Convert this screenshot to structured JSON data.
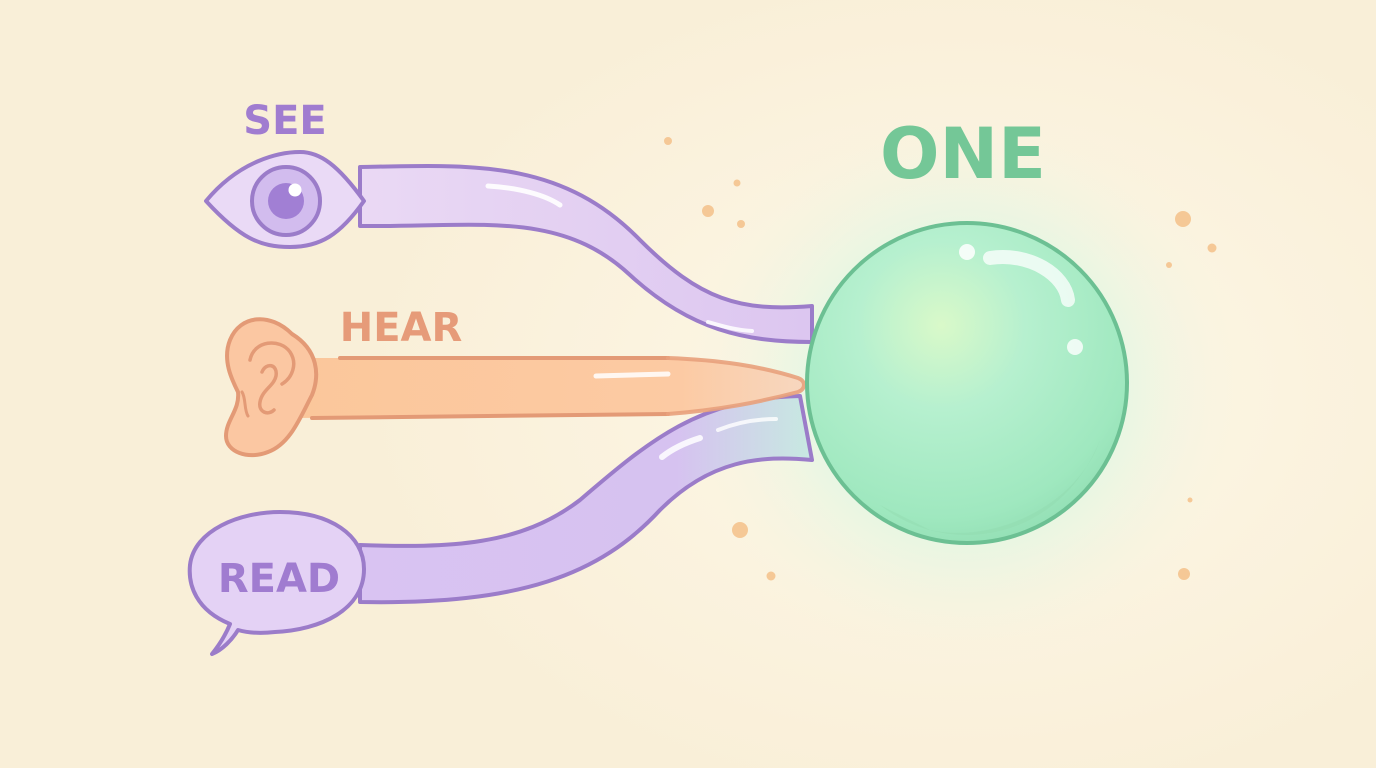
{
  "labels": {
    "see": "SEE",
    "hear": "HEAR",
    "read": "READ",
    "one": "ONE"
  },
  "icons": [
    "eye-icon",
    "ear-icon",
    "speech-bubble-icon",
    "sphere-icon"
  ],
  "colors": {
    "background": "#fbf2de",
    "lavender_fill": "#e6d3f1",
    "lavender_stroke": "#9b7cc9",
    "peach_fill": "#fbc9a0",
    "peach_stroke": "#e39a76",
    "mint_fill": "#a9ecc4",
    "mint_stroke": "#6cc093",
    "see_text": "#a07cd0",
    "hear_text": "#e69b79",
    "one_text": "#74c797"
  }
}
